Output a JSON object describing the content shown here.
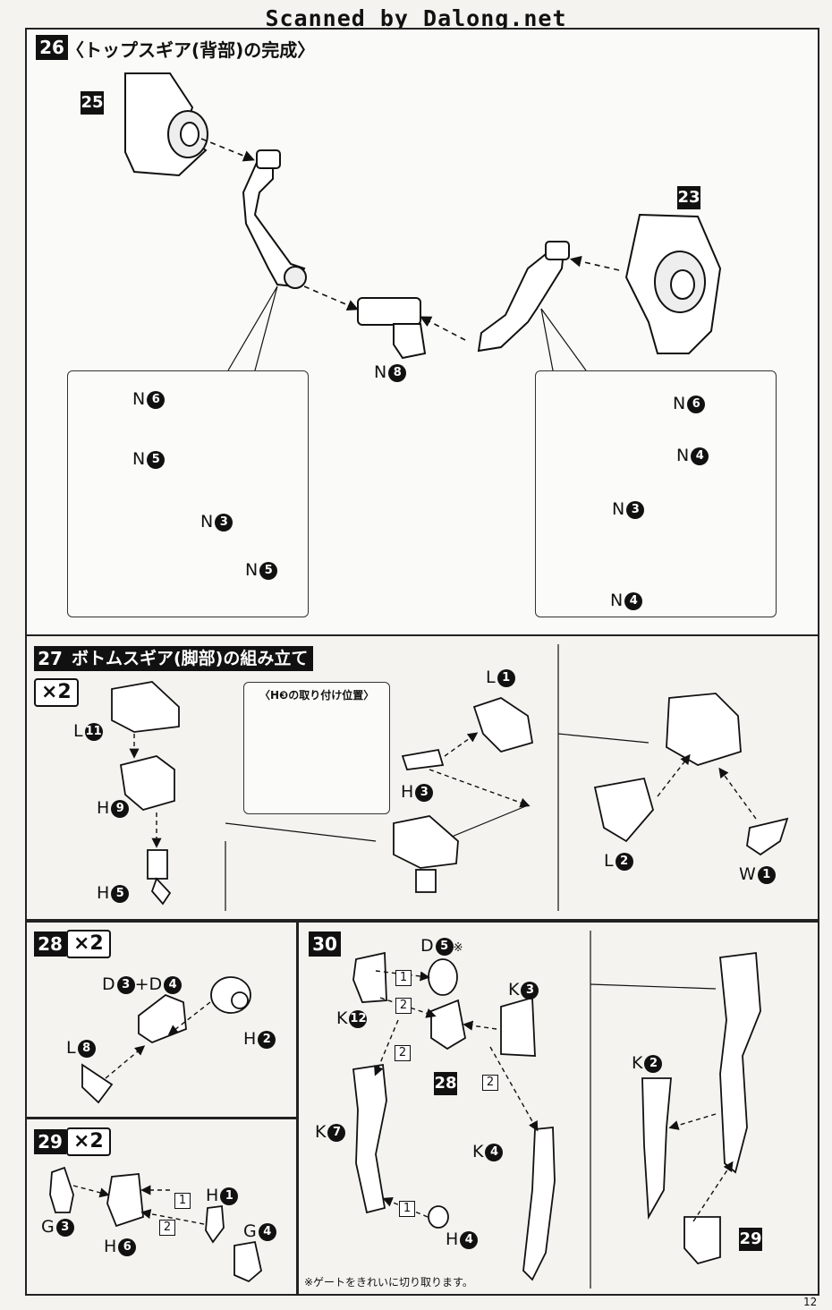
{
  "watermark": "Scanned by Dalong.net",
  "steps": {
    "s26": {
      "num": "26",
      "title": "〈トップスギア(背部)の完成〉"
    },
    "s27": {
      "num": "27",
      "title": "ボトムスギア(脚部)の組み立て",
      "mult": "×2",
      "inset_title": "〈H❸の取り付け位置〉"
    },
    "s28": {
      "num": "28",
      "mult": "×2"
    },
    "s29": {
      "num": "29",
      "mult": "×2"
    },
    "s30": {
      "num": "30",
      "note": "※ゲートをきれいに切り取ります。"
    }
  },
  "refs": {
    "r25": "25",
    "r23": "23",
    "r28": "28",
    "r29": "29"
  },
  "parts": {
    "n8": {
      "l": "N",
      "n": "8"
    },
    "a_n6": {
      "l": "N",
      "n": "6"
    },
    "a_n5": {
      "l": "N",
      "n": "5"
    },
    "a_n3": {
      "l": "N",
      "n": "3"
    },
    "a_n5b": {
      "l": "N",
      "n": "5"
    },
    "b_n6": {
      "l": "N",
      "n": "6"
    },
    "b_n4": {
      "l": "N",
      "n": "4"
    },
    "b_n3": {
      "l": "N",
      "n": "3"
    },
    "b_n4b": {
      "l": "N",
      "n": "4"
    },
    "l11": {
      "l": "L",
      "n": "11"
    },
    "h9": {
      "l": "H",
      "n": "9"
    },
    "h5": {
      "l": "H",
      "n": "5"
    },
    "l1": {
      "l": "L",
      "n": "1"
    },
    "h3": {
      "l": "H",
      "n": "3"
    },
    "l2": {
      "l": "L",
      "n": "2"
    },
    "w1": {
      "l": "W",
      "n": "1"
    },
    "d3d4": {
      "l": "D",
      "n": "3",
      "plus": "+D",
      "n2": "4"
    },
    "h2": {
      "l": "H",
      "n": "2"
    },
    "l8": {
      "l": "L",
      "n": "8"
    },
    "g3": {
      "l": "G",
      "n": "3"
    },
    "h1": {
      "l": "H",
      "n": "1"
    },
    "h6": {
      "l": "H",
      "n": "6"
    },
    "g4": {
      "l": "G",
      "n": "4"
    },
    "d5": {
      "l": "D",
      "n": "5",
      "suffix": "※"
    },
    "k3": {
      "l": "K",
      "n": "3"
    },
    "k12": {
      "l": "K",
      "n": "12"
    },
    "k7": {
      "l": "K",
      "n": "7"
    },
    "k4": {
      "l": "K",
      "n": "4"
    },
    "h4": {
      "l": "H",
      "n": "4"
    },
    "k2": {
      "l": "K",
      "n": "2"
    }
  },
  "seq": {
    "one": "1",
    "two": "2"
  },
  "page_number": "12"
}
